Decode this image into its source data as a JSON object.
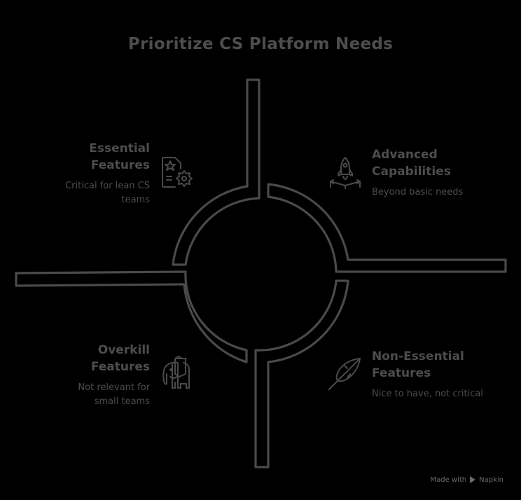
{
  "title": "Prioritize CS Platform Needs",
  "quadrants": {
    "top_left": {
      "heading_line1": "Essential",
      "heading_line2": "Features",
      "desc_line1": "Critical for lean CS",
      "desc_line2": "teams",
      "icon": "document-star-gear-icon"
    },
    "top_right": {
      "heading_line1": "Advanced",
      "heading_line2": "Capabilities",
      "desc_line1": "Beyond basic needs",
      "icon": "rocket-launch-icon"
    },
    "bottom_left": {
      "heading_line1": "Overkill",
      "heading_line2": "Features",
      "desc_line1": "Not relevant for",
      "desc_line2": "small teams",
      "icon": "elephant-icon"
    },
    "bottom_right": {
      "heading_line1": "Non-Essential",
      "heading_line2": "Features",
      "desc_line1": "Nice to have, not critical",
      "icon": "feather-icon"
    }
  },
  "footer": {
    "made_with": "Made with",
    "brand": "Napkin"
  },
  "colors": {
    "background": "#000000",
    "stroke": "#4a4a4a",
    "text": "#4d4d4d"
  }
}
